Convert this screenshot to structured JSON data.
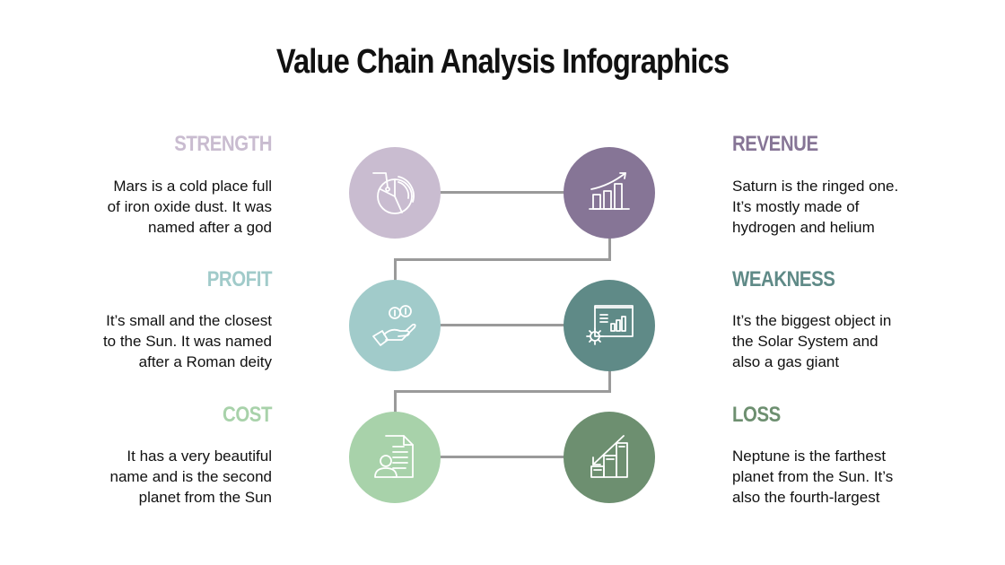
{
  "title": "Value Chain Analysis Infographics",
  "left_items": [
    {
      "heading": "STRENGTH",
      "color": "#c9bcd0",
      "lines": [
        "Mars is a cold place full",
        "of iron oxide dust. It was",
        "named after a god"
      ],
      "icon": "pie-chart-icon"
    },
    {
      "heading": "PROFIT",
      "color": "#a1cbca",
      "lines": [
        "It’s small and the closest",
        "to the Sun. It was named",
        "after a Roman deity"
      ],
      "icon": "hand-coins-icon"
    },
    {
      "heading": "COST",
      "color": "#a8d2aa",
      "lines": [
        "It has a very beautiful",
        "name and is the second",
        "planet from the Sun"
      ],
      "icon": "document-person-icon"
    }
  ],
  "right_items": [
    {
      "heading": "REVENUE",
      "color": "#867596",
      "lines": [
        "Saturn is the ringed one.",
        "It’s mostly made of",
        "hydrogen and helium"
      ],
      "icon": "growth-chart-icon"
    },
    {
      "heading": "WEAKNESS",
      "color": "#5f8a87",
      "lines": [
        "It’s the biggest object in",
        "the Solar System and",
        "also a gas giant"
      ],
      "icon": "presentation-gear-icon"
    },
    {
      "heading": "LOSS",
      "color": "#6d8f70",
      "lines": [
        "Neptune is the farthest",
        "planet from the Sun. It’s",
        "also the fourth-largest"
      ],
      "icon": "decline-chart-icon"
    }
  ],
  "connector_color": "#9a9a9a"
}
